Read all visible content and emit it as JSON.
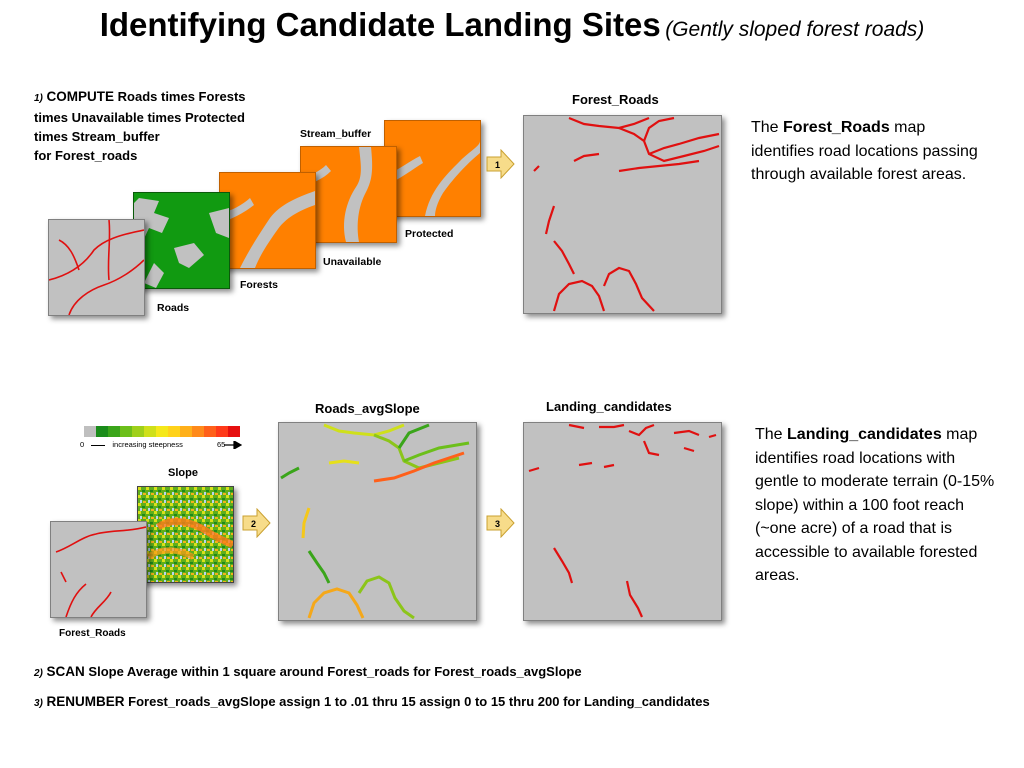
{
  "title": {
    "main": "Identifying Candidate Landing Sites",
    "sub": "(Gently sloped forest roads)"
  },
  "step1": {
    "num": "1)",
    "cmd": "COMPUTE",
    "line1": " Roads times Forests",
    "line2": "times Unavailable  times Protected",
    "line3": "times  Stream_buffer",
    "line4": "for Forest_roads"
  },
  "maps": {
    "stream_buffer": "Stream_buffer",
    "protected": "Protected",
    "unavailable": "Unavailable",
    "forests": "Forests",
    "roads": "Roads",
    "forest_roads": "Forest_Roads",
    "roads_avgslope": "Roads_avgSlope",
    "landing_candidates": "Landing_candidates",
    "slope": "Slope",
    "forest_roads_small": "Forest_Roads"
  },
  "arrows": {
    "a1": "1",
    "a2": "2",
    "a3": "3"
  },
  "legend": {
    "min": "0",
    "mid": "increasing  steepness",
    "max": "65",
    "colors": [
      "#bfbfbf",
      "#1a8c1a",
      "#3aa51a",
      "#6cbf1a",
      "#9fd01a",
      "#cfe01a",
      "#f5e81a",
      "#ffd21a",
      "#ffb01a",
      "#ff8a1a",
      "#ff601a",
      "#ff3a1a",
      "#e60f0f"
    ]
  },
  "desc1": {
    "pre": "The ",
    "bold": "Forest_Roads",
    "rest": " map identifies road locations passing through available forest areas."
  },
  "desc2": {
    "pre": "The ",
    "bold": "Landing_candidates",
    "rest": " map identifies road locations with gentle to moderate terrain (0-15% slope) within a 100  foot reach (~one acre) of a road that is accessible to available forested areas."
  },
  "step2": {
    "num": "2)",
    "cmd": "SCAN",
    "rest": " Slope Average  within 1 square around Forest_roads  for Forest_roads_avgSlope"
  },
  "step3": {
    "num": "3)",
    "cmd": "RENUMBER",
    "rest": " Forest_roads_avgSlope   assign 1 to .01 thru 15  assign 0 to 15 thru 200  for Landing_candidates"
  },
  "colors": {
    "road_red": "#e01010",
    "gray": "#c1c1c1",
    "orange": "#ff8000",
    "forest_green": "#119a11",
    "arrow_fill": "#f7dc8a",
    "arrow_stroke": "#c9a030"
  }
}
